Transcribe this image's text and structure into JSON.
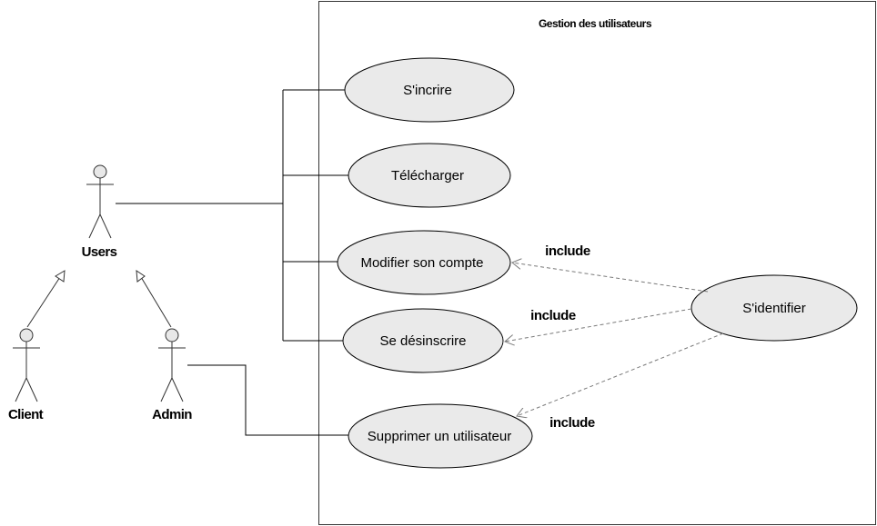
{
  "system": {
    "title": "Gestion des utilisateurs"
  },
  "actors": {
    "users": "Users",
    "client": "Client",
    "admin": "Admin"
  },
  "use_cases": {
    "sinscrire": "S'incrire",
    "telecharger": "Télécharger",
    "modifier": "Modifier son compte",
    "desinscrire": "Se désinscrire",
    "supprimer": "Supprimer un utilisateur",
    "identifier": "S'identifier"
  },
  "relations": {
    "include_modifier": "include",
    "include_desinscrire": "include",
    "include_supprimer": "include"
  }
}
